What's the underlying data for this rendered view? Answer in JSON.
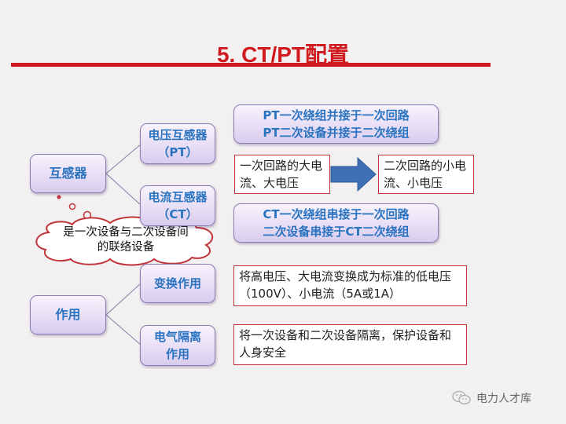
{
  "title": "5. CT/PT配置",
  "colors": {
    "accent_red": "#d01a1f",
    "box_text_blue": "#2a73c0",
    "box_fill": "#e8def5",
    "arrow_blue": "#3f6fb5"
  },
  "transformer": {
    "root": "互感器",
    "pt_label": "电压互感器（PT）",
    "ct_label": "电流互感器（CT）",
    "pt_desc": [
      "PT一次绕组并接于一次回路",
      "PT二次设备并接于二次绕组"
    ],
    "ct_desc": [
      "CT一次绕组串接于一次回路",
      "二次设备串接于CT二次绕组"
    ],
    "primary_box": "一次回路的大电流、大电压",
    "secondary_box": "二次回路的小电流、小电压",
    "cloud_note": "是一次设备与二次设备间的联络设备"
  },
  "function": {
    "root": "作用",
    "transform_label": "变换作用",
    "isolation_label": "电气隔离作用",
    "transform_desc": "将高电压、大电流变换成为标准的低电压（100V）、小电流（5A或1A）",
    "isolation_desc": "将一次设备和二次设备隔离，保护设备和人身安全"
  },
  "watermark": {
    "icon": "wechat-icon",
    "text": "电力人才库"
  }
}
